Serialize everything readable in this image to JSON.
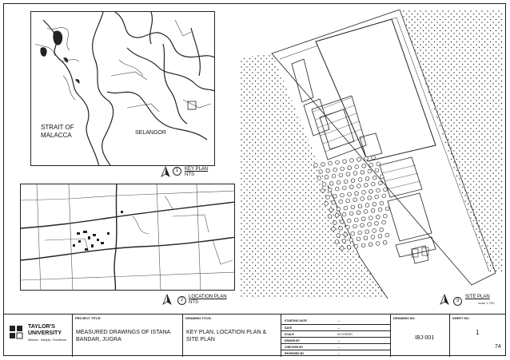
{
  "key_plan": {
    "strait_line1": "STRAIT OF",
    "strait_line2": "MALACCA",
    "state": "SELANGOR",
    "number": "1",
    "title": "KEY PLAN",
    "scale": "NTS"
  },
  "location_plan": {
    "number": "2",
    "title": "LOCATION PLAN",
    "scale": "NTS"
  },
  "site_plan": {
    "number": "3",
    "title": "SITE PLAN",
    "scale": "scale 1:750"
  },
  "title_block": {
    "university_line1": "TAYLOR'S",
    "university_line2": "UNIVERSITY",
    "tagline": "Wisdom · Integrity · Excellence",
    "project_title_header": "PROJECT TITLE:",
    "project_title": "MEASURED DRAWINGS OF ISTANA BANDAR, JUGRA",
    "drawing_title_header": "DRAWING TITLE:",
    "drawing_title": "KEY PLAN, LOCATION PLAN & SITE PLAN",
    "drawing_no_header": "DRAWING NO.",
    "drawing_no": "IBJ-001",
    "sheet_no_header": "SHEET NO.",
    "sheet_no": "1",
    "page_total": "74",
    "info_rows": [
      {
        "label": "STARTING DATE",
        "value": "—"
      },
      {
        "label": "DATE",
        "value": "—"
      },
      {
        "label": "SCALE",
        "value": "AS STATED"
      },
      {
        "label": "DRAWN BY",
        "value": "—"
      },
      {
        "label": "CHECKED BY",
        "value": "—"
      },
      {
        "label": "REVIEWED BY",
        "value": "—"
      }
    ]
  }
}
